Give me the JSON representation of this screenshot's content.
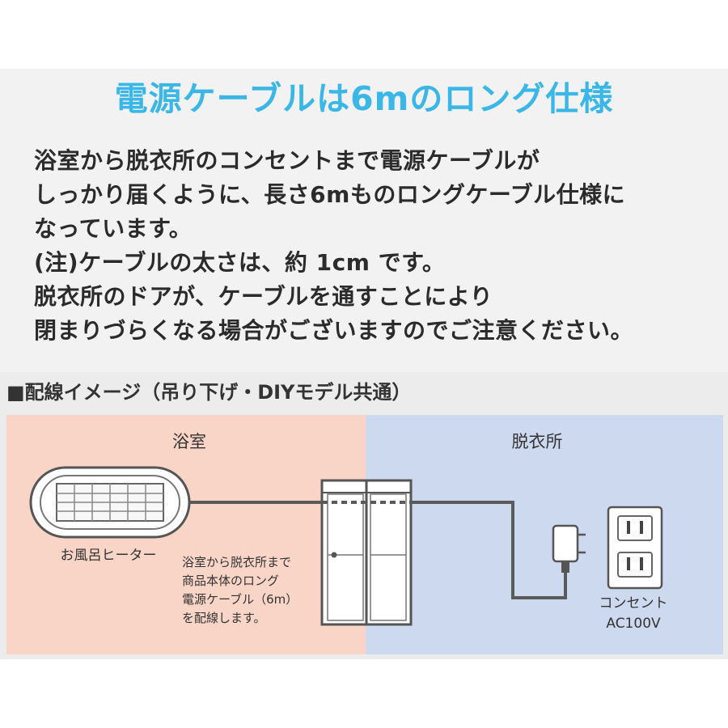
{
  "headline": "電源ケーブルは6mのロング仕様",
  "body_lines": [
    "浴室から脱衣所のコンセントまで電源ケーブルが",
    "しっかり届くように、長さ6mものロングケーブル仕様に",
    "なっています。",
    "(注)ケーブルの太さは、約 1cm です。",
    "脱衣所のドアが、ケーブルを通すことにより",
    "閉まりづらくなる場合がございますのでご注意ください。"
  ],
  "section_heading": "■配線イメージ（吊り下げ・DIYモデル共通）",
  "diagram": {
    "bathroom_label": "浴室",
    "dressing_room_label": "脱衣所",
    "heater_label": "お風呂ヒーター",
    "cable_note_lines": [
      "浴室から脱衣所まで",
      "商品本体のロング",
      "電源ケーブル（6m）",
      "を配線します。"
    ],
    "outlet_label_line1": "コンセント",
    "outlet_label_line2": "AC100V"
  },
  "colors": {
    "headline": "#3ab7e6",
    "bathroom_bg": "#f8d5c7",
    "dressing_room_bg": "#cdd9ef",
    "cable": "#5a5a5a"
  }
}
